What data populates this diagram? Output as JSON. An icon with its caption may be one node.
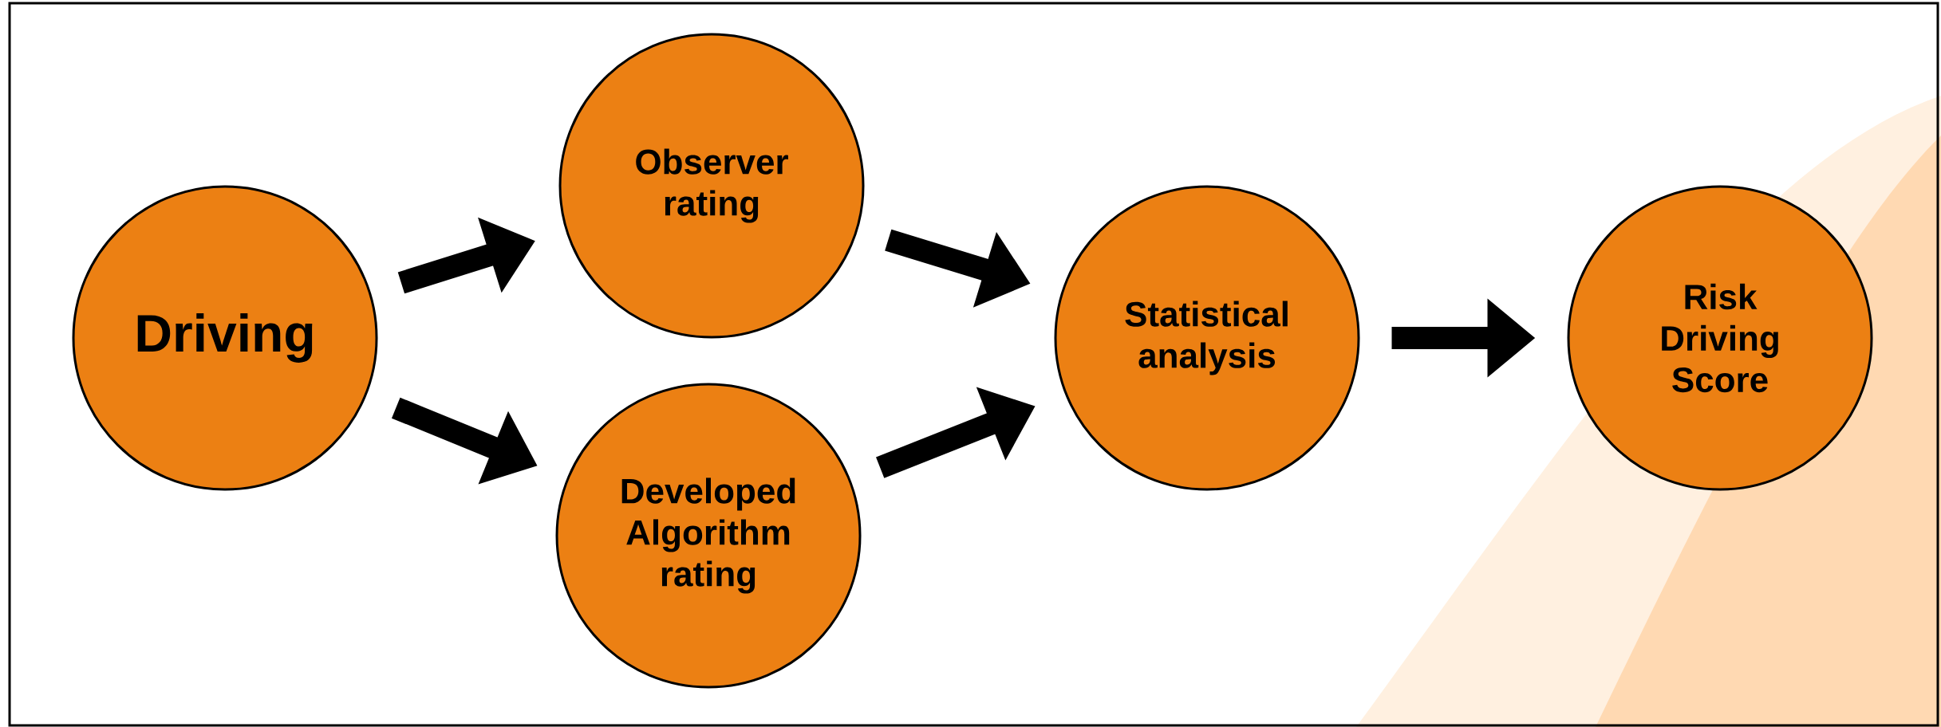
{
  "diagram": {
    "nodes": [
      {
        "text": [
          "Driving"
        ]
      },
      {
        "text": [
          "Observer rating"
        ]
      },
      {
        "text": [
          "Developed Algorithm rating"
        ]
      },
      {
        "text": [
          "Statistical analysis"
        ]
      },
      {
        "text": [
          "Risk Driving Score"
        ]
      }
    ],
    "edges": [
      {
        "from": 0,
        "to": 1,
        "arrow": "to"
      },
      {
        "from": 0,
        "to": 2,
        "arrow": "to"
      },
      {
        "from": 1,
        "to": 3,
        "arrow": "to"
      },
      {
        "from": 2,
        "to": 3,
        "arrow": "to"
      },
      {
        "from": 3,
        "to": 4,
        "arrow": "to"
      }
    ]
  }
}
